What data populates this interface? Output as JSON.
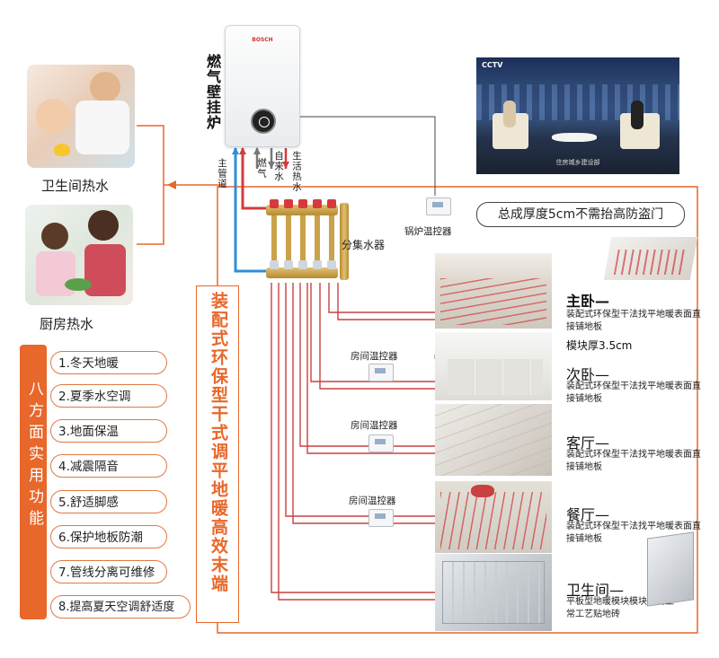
{
  "boiler": {
    "brand": "BOSCH",
    "label": "燃气壁挂炉"
  },
  "pipes": {
    "main": "主管道",
    "gas": "燃气",
    "tap_water": "自来水",
    "domestic_hot": "生活热水"
  },
  "uses": {
    "bathroom": "卫生间热水",
    "kitchen": "厨房热水"
  },
  "manifold_label": "分集水器",
  "boiler_thermostat": "锅炉温控器",
  "thickness_note": "总成厚度5cm不需抬高防盗门",
  "module_note": "模块厚3.5cm",
  "tv_logo": "CCTV",
  "tv_caption": "住房城乡建设部",
  "features": {
    "title": "八方面实用功能",
    "items": [
      "1.冬天地暖",
      "2.夏季水空调",
      "3.地面保温",
      "4.减震隔音",
      "5.舒适脚感",
      "6.保护地板防潮",
      "7.管线分离可维修",
      "8.提高夏天空调舒适度"
    ]
  },
  "center_label": "装配式环保型干式调平地暖高效末端",
  "room_thermostat": "房间温控器",
  "rooms": [
    {
      "name": "主卧—",
      "desc": "装配式环保型干法找平地暖表面直接铺地板"
    },
    {
      "name": "次卧—",
      "desc": "装配式环保型干法找平地暖表面直接铺地板"
    },
    {
      "name": "客厅—",
      "desc": "装配式环保型干法找平地暖表面直接铺地板"
    },
    {
      "name": "餐厅—",
      "desc": "装配式环保型干法找平地暖表面直接铺地板"
    },
    {
      "name": "卫生间—",
      "desc": "平板型地暖模块模块表面正常工艺贴地砖"
    }
  ],
  "colors": {
    "accent": "#e8672a",
    "hot_pipe": "#d63a3a",
    "cold_pipe": "#2f8fd6",
    "brass": "#c9a24a"
  }
}
